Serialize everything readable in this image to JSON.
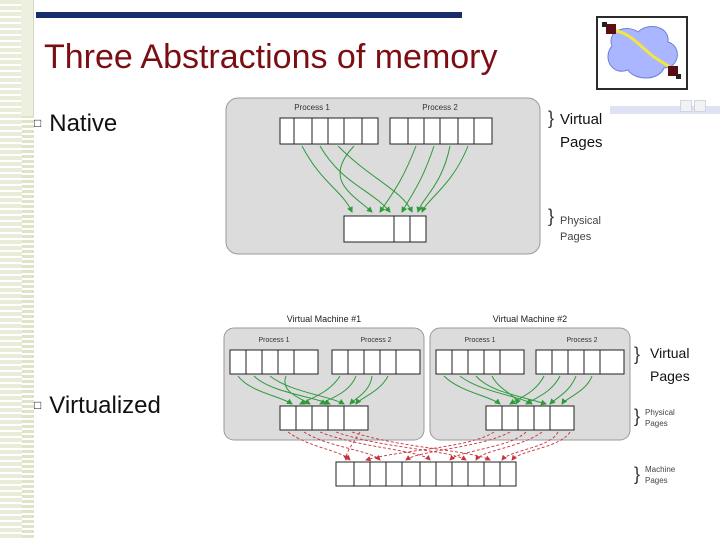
{
  "slide": {
    "title": "Three Abstractions of memory",
    "bullets": [
      {
        "label": "Native"
      },
      {
        "label": "Virtualized"
      }
    ]
  },
  "native_diagram": {
    "process_labels": [
      "Process 1",
      "Process 2"
    ],
    "virtual_pages_label": [
      "Virtual",
      "Pages"
    ],
    "physical_pages_label": [
      "Physical",
      "Pages"
    ]
  },
  "virtualized_diagram": {
    "vm_labels": [
      "Virtual Machine #1",
      "Virtual Machine #2"
    ],
    "process_labels": [
      "Process 1",
      "Process 2"
    ],
    "virtual_pages_label": [
      "Virtual",
      "Pages"
    ],
    "physical_pages_label": [
      "Physical",
      "Pages"
    ],
    "machine_pages_label": [
      "Machine",
      "Pages"
    ]
  },
  "colors": {
    "title": "#7a0e12",
    "rule": "#1a2d6b",
    "mapping_arrows": "#2e9a3a",
    "machine_arrows": "#c8323a",
    "panel": "#dcdcdc"
  }
}
